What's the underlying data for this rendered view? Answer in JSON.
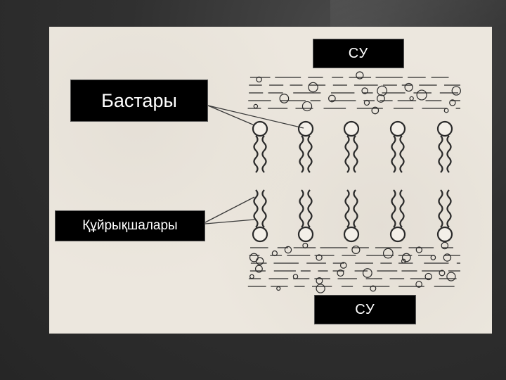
{
  "labels": {
    "water_top": "СУ",
    "heads": "Бастары",
    "tails": "Құйрықшалары",
    "water_bottom": "СУ"
  },
  "colors": {
    "background": "#2c2c2c",
    "panel": "#ece7de",
    "ink": "#2a2a2a",
    "label_bg": "#000000",
    "label_text": "#ffffff"
  }
}
